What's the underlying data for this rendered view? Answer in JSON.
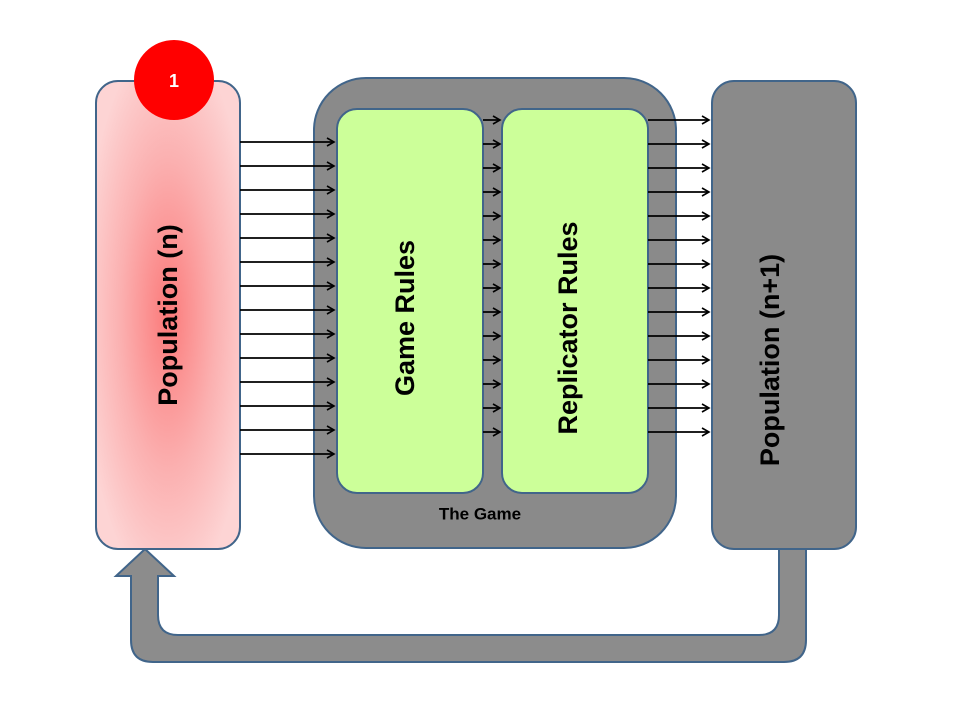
{
  "badge": {
    "number": "1",
    "color": "#ff0000"
  },
  "population_n": {
    "label": "Population (n)",
    "color": "#f8b4b4"
  },
  "the_game": {
    "label": "The Game",
    "color": "#8a8a8a"
  },
  "game_rules": {
    "label": "Game Rules",
    "color": "#ccff99"
  },
  "replicator_rules": {
    "label": "Replicator Rules",
    "color": "#ccff99"
  },
  "population_n1": {
    "label": "Population (n+1)",
    "color": "#8a8a8a"
  },
  "feedback_arrow": {
    "color": "#8c8c8c"
  },
  "colors": {
    "outline": "#41658a",
    "arrow": "#000000"
  }
}
